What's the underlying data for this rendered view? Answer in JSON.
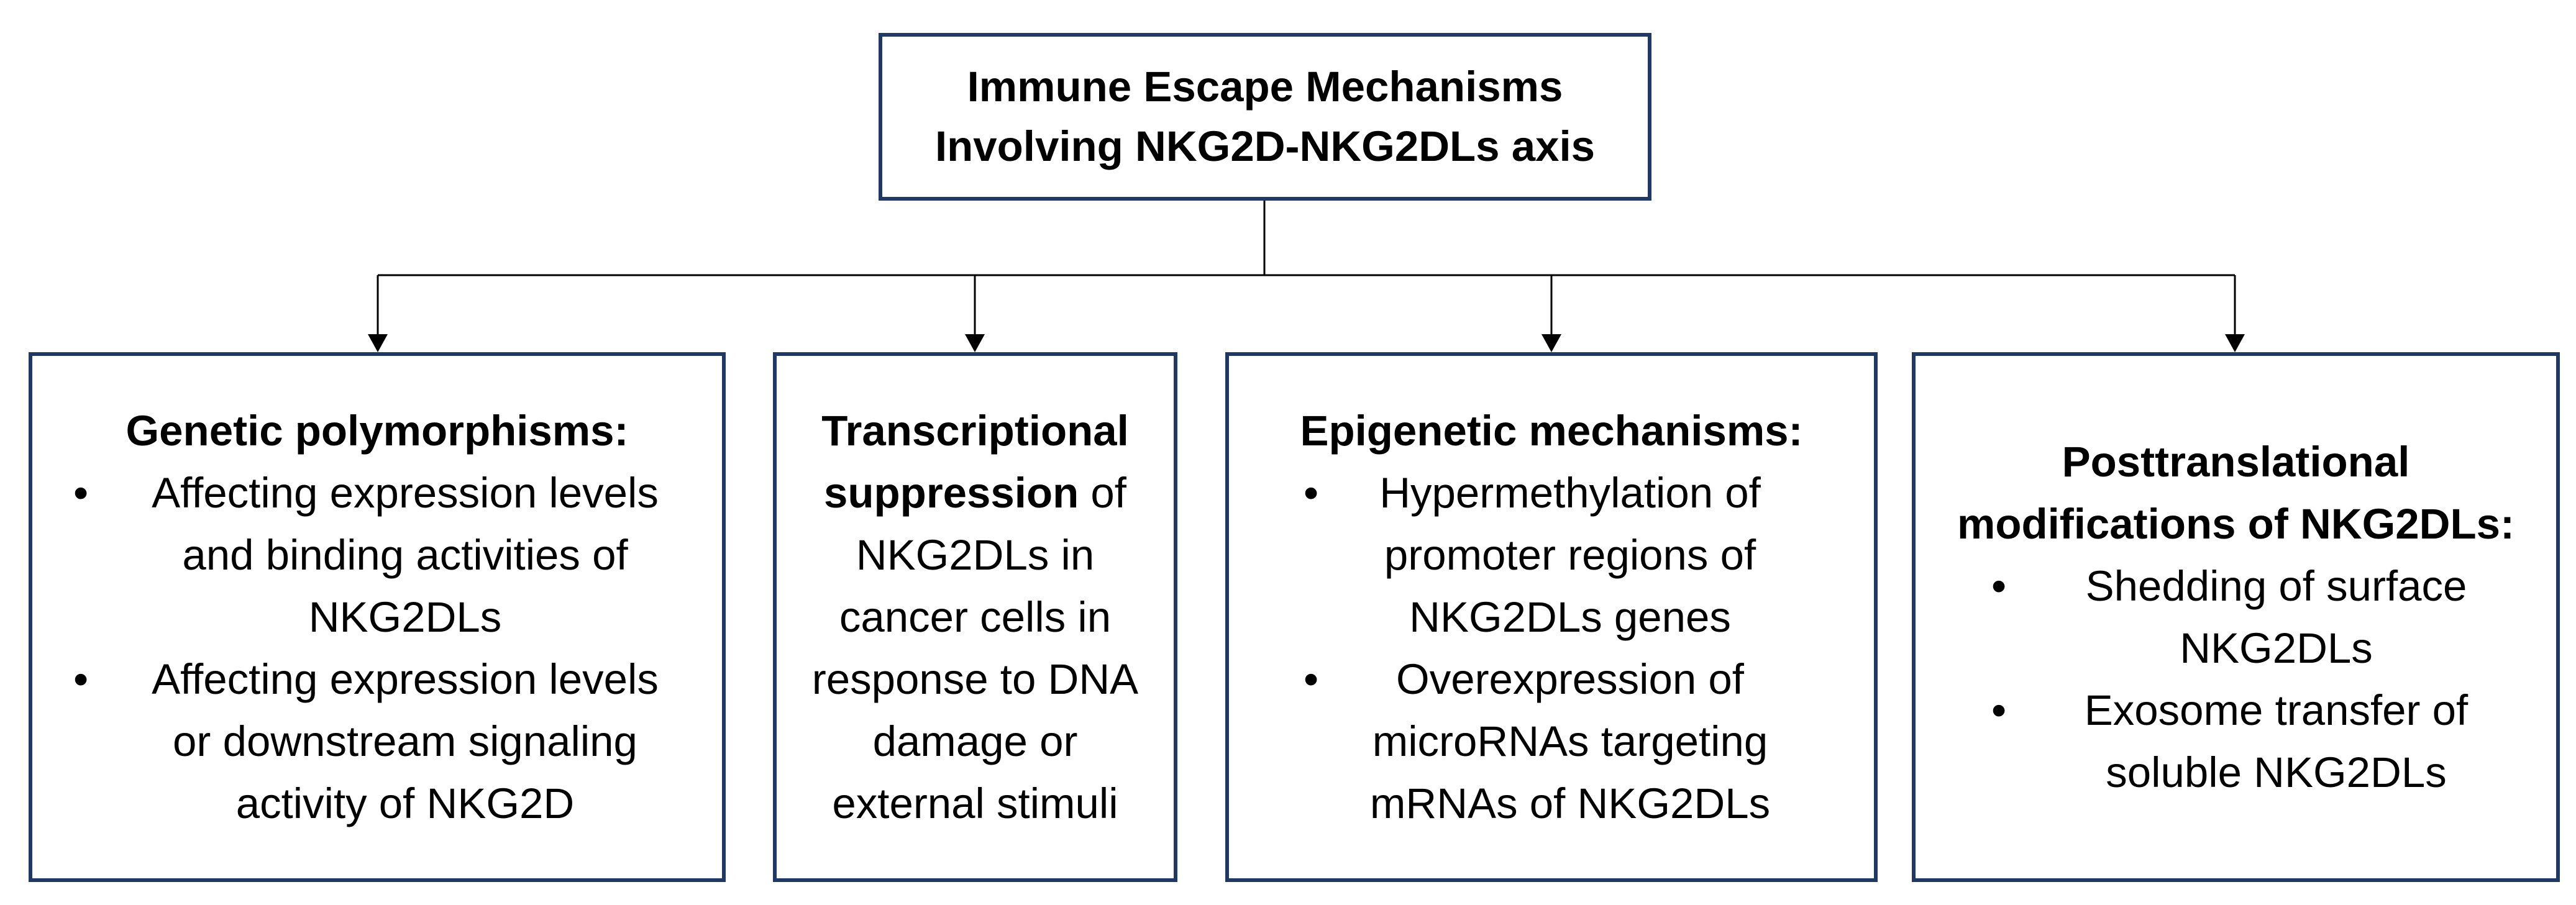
{
  "root": {
    "title_line1": "Immune Escape Mechanisms",
    "title_line2": "Involving NKG2D-NKG2DLs axis"
  },
  "boxes": [
    {
      "heading": "Genetic polymorphisms:",
      "bullets": [
        [
          "Affecting expression levels",
          "and binding activities of",
          "NKG2DLs"
        ],
        [
          "Affecting expression levels",
          "or downstream signaling",
          "activity of NKG2D"
        ]
      ]
    },
    {
      "heading_bold_line1": "Transcriptional",
      "heading_bold_line2": "suppression",
      "heading_tail": " of",
      "lines": [
        "NKG2DLs in",
        "cancer cells in",
        "response to DNA",
        "damage or",
        "external stimuli"
      ]
    },
    {
      "heading": "Epigenetic mechanisms:",
      "bullets": [
        [
          "Hypermethylation of",
          "promoter regions of",
          "NKG2DLs genes"
        ],
        [
          "Overexpression of",
          "microRNAs targeting",
          "mRNAs of NKG2DLs"
        ]
      ]
    },
    {
      "heading_line1": "Posttranslational",
      "heading_line2": "modifications of NKG2DLs:",
      "bullets": [
        [
          "Shedding of surface",
          "NKG2DLs"
        ],
        [
          "Exosome transfer of",
          "soluble NKG2DLs"
        ]
      ]
    }
  ],
  "bullet_symbol": "•",
  "colors": {
    "box_border": "#1f3864",
    "connector": "#000000"
  }
}
